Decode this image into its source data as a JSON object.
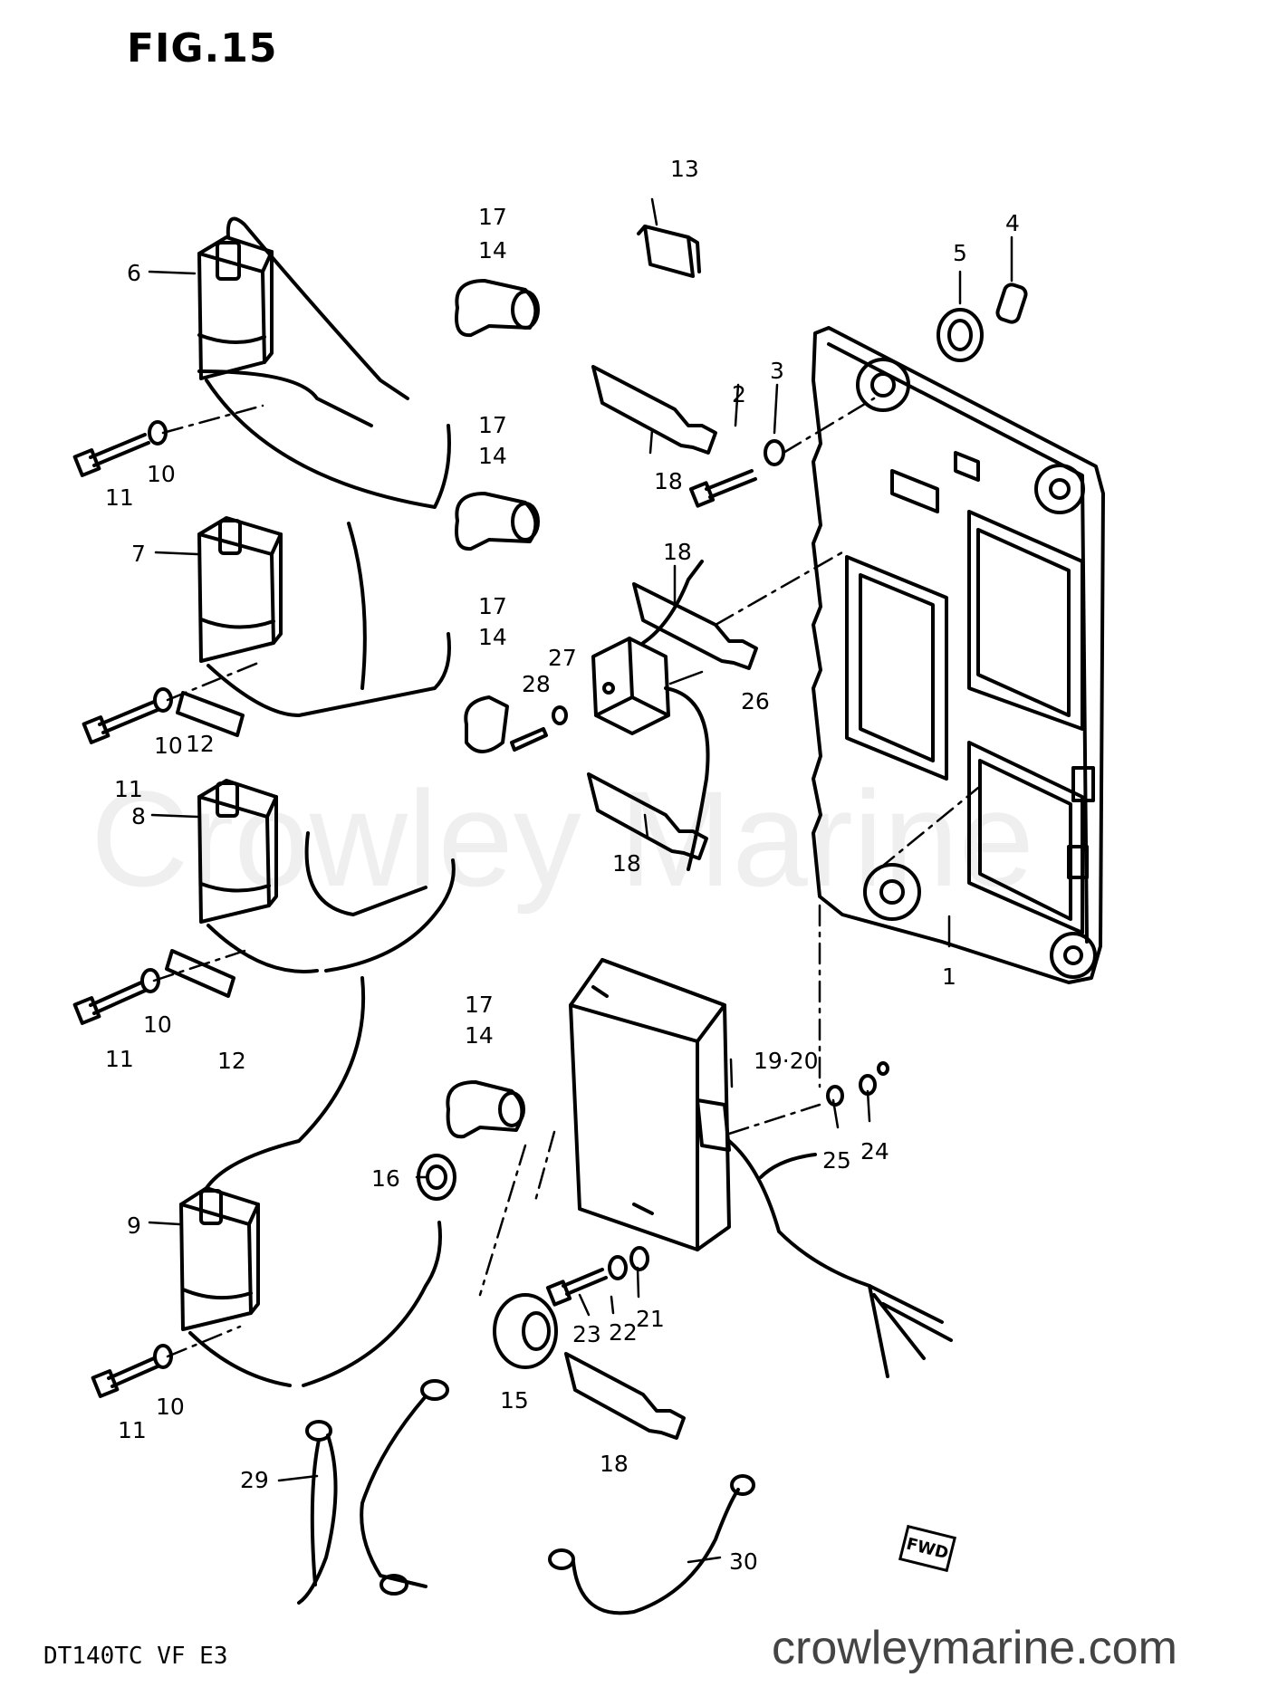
{
  "figure": {
    "title": "FIG.15",
    "model_code": "DT140TC VF E3",
    "watermark": "Crowley Marine",
    "site": "crowleymarine.com",
    "fwd_mark": "FWD"
  },
  "callouts": [
    {
      "id": "c1",
      "text": "1"
    },
    {
      "id": "c2",
      "text": "2"
    },
    {
      "id": "c3",
      "text": "3"
    },
    {
      "id": "c4",
      "text": "4"
    },
    {
      "id": "c5",
      "text": "5"
    },
    {
      "id": "c6",
      "text": "6"
    },
    {
      "id": "c7",
      "text": "7"
    },
    {
      "id": "c8",
      "text": "8"
    },
    {
      "id": "c9",
      "text": "9"
    },
    {
      "id": "c10a",
      "text": "10"
    },
    {
      "id": "c10b",
      "text": "10"
    },
    {
      "id": "c10c",
      "text": "10"
    },
    {
      "id": "c10d",
      "text": "10"
    },
    {
      "id": "c11a",
      "text": "11"
    },
    {
      "id": "c11b",
      "text": "11"
    },
    {
      "id": "c11c",
      "text": "11"
    },
    {
      "id": "c11d",
      "text": "11"
    },
    {
      "id": "c12a",
      "text": "12"
    },
    {
      "id": "c12b",
      "text": "12"
    },
    {
      "id": "c13",
      "text": "13"
    },
    {
      "id": "c17a",
      "text": "17"
    },
    {
      "id": "c14a",
      "text": "14"
    },
    {
      "id": "c17b",
      "text": "17"
    },
    {
      "id": "c14b",
      "text": "14"
    },
    {
      "id": "c17c",
      "text": "17"
    },
    {
      "id": "c14c",
      "text": "14"
    },
    {
      "id": "c17d",
      "text": "17"
    },
    {
      "id": "c14d",
      "text": "14"
    },
    {
      "id": "c15",
      "text": "15"
    },
    {
      "id": "c16",
      "text": "16"
    },
    {
      "id": "c18a",
      "text": "18"
    },
    {
      "id": "c18b",
      "text": "18"
    },
    {
      "id": "c18c",
      "text": "18"
    },
    {
      "id": "c18d",
      "text": "18"
    },
    {
      "id": "c1920",
      "text": "19·20"
    },
    {
      "id": "c21",
      "text": "21"
    },
    {
      "id": "c22",
      "text": "22"
    },
    {
      "id": "c23",
      "text": "23"
    },
    {
      "id": "c24",
      "text": "24"
    },
    {
      "id": "c25",
      "text": "25"
    },
    {
      "id": "c26",
      "text": "26"
    },
    {
      "id": "c27",
      "text": "27"
    },
    {
      "id": "c28",
      "text": "28"
    },
    {
      "id": "c29",
      "text": "29"
    },
    {
      "id": "c30",
      "text": "30"
    }
  ]
}
